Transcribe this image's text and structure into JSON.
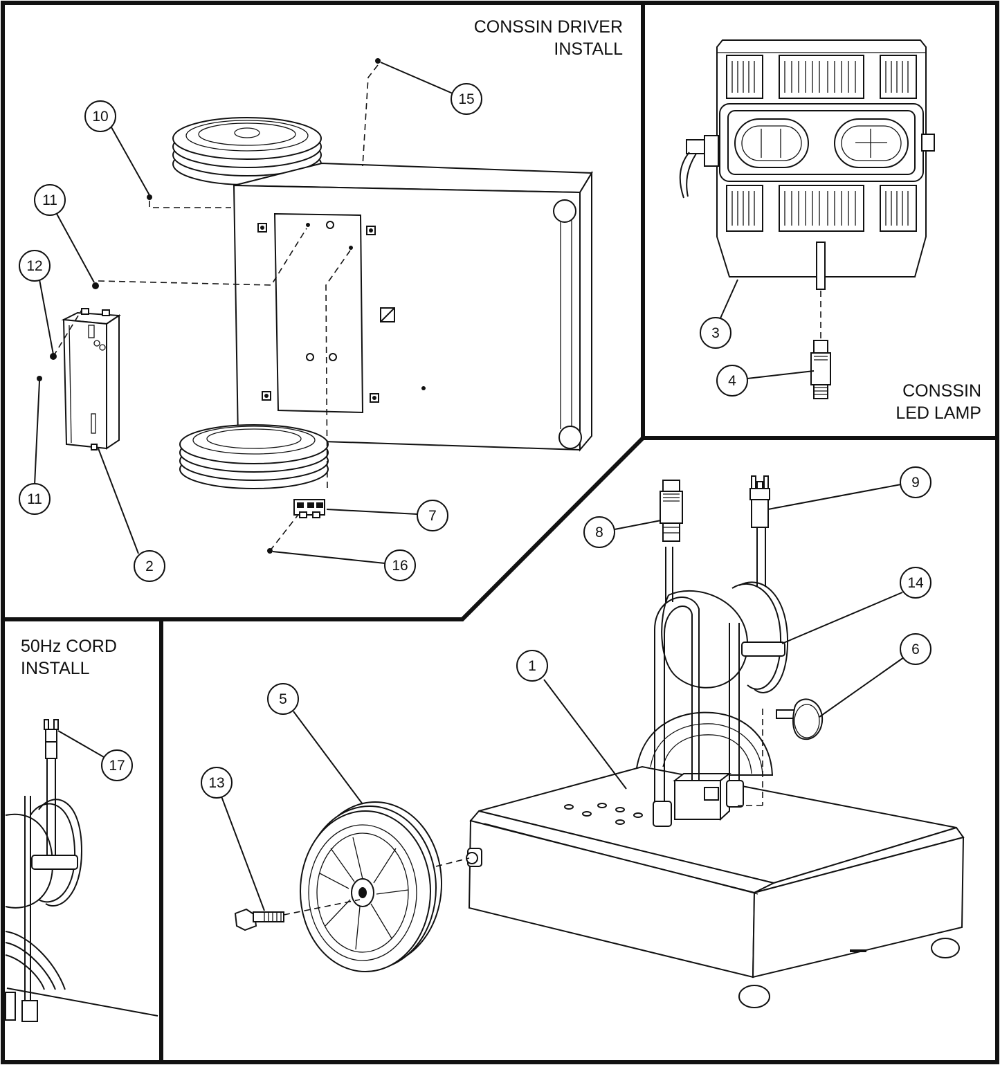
{
  "panels": {
    "driver_install": {
      "title_line1": "CONSSIN DRIVER",
      "title_line2": "INSTALL"
    },
    "led_lamp": {
      "title_line1": "CONSSIN",
      "title_line2": "LED LAMP"
    },
    "cord_install": {
      "title_line1": "50Hz CORD",
      "title_line2": "INSTALL"
    }
  },
  "callouts": {
    "c1": "1",
    "c2": "2",
    "c3": "3",
    "c4": "4",
    "c5": "5",
    "c6": "6",
    "c7": "7",
    "c8": "8",
    "c9": "9",
    "c10": "10",
    "c11a": "11",
    "c11b": "11",
    "c12": "12",
    "c13": "13",
    "c14": "14",
    "c15": "15",
    "c16": "16",
    "c17": "17"
  }
}
